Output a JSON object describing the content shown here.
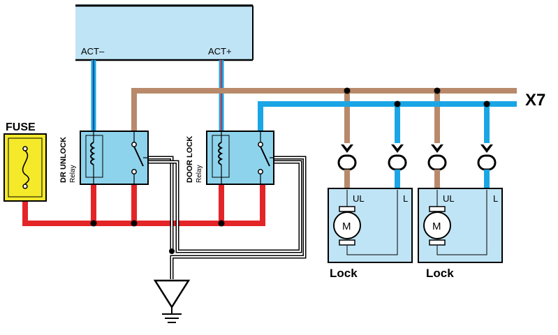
{
  "module": {
    "act_minus": "ACT–",
    "act_plus": "ACT+"
  },
  "fuse": {
    "label": "FUSE"
  },
  "relays": {
    "dr_unlock": {
      "name": "DR UNLOCK",
      "sub": "Relay"
    },
    "door_lock": {
      "name": "DOOR LOCK",
      "sub": "Relay"
    }
  },
  "bus_label": "X7",
  "locks": [
    {
      "title": "Lock",
      "ul": "UL",
      "l": "L",
      "motor": "M"
    },
    {
      "title": "Lock",
      "ul": "UL",
      "l": "L",
      "motor": "M"
    }
  ],
  "colors": {
    "brown": "#b88a6b",
    "blue": "#1aa6e6",
    "red": "#e42528",
    "box_fill": "#bfe4f5",
    "relay_fill": "#8ed3ec",
    "fuse_fill": "#f5ea2a"
  }
}
